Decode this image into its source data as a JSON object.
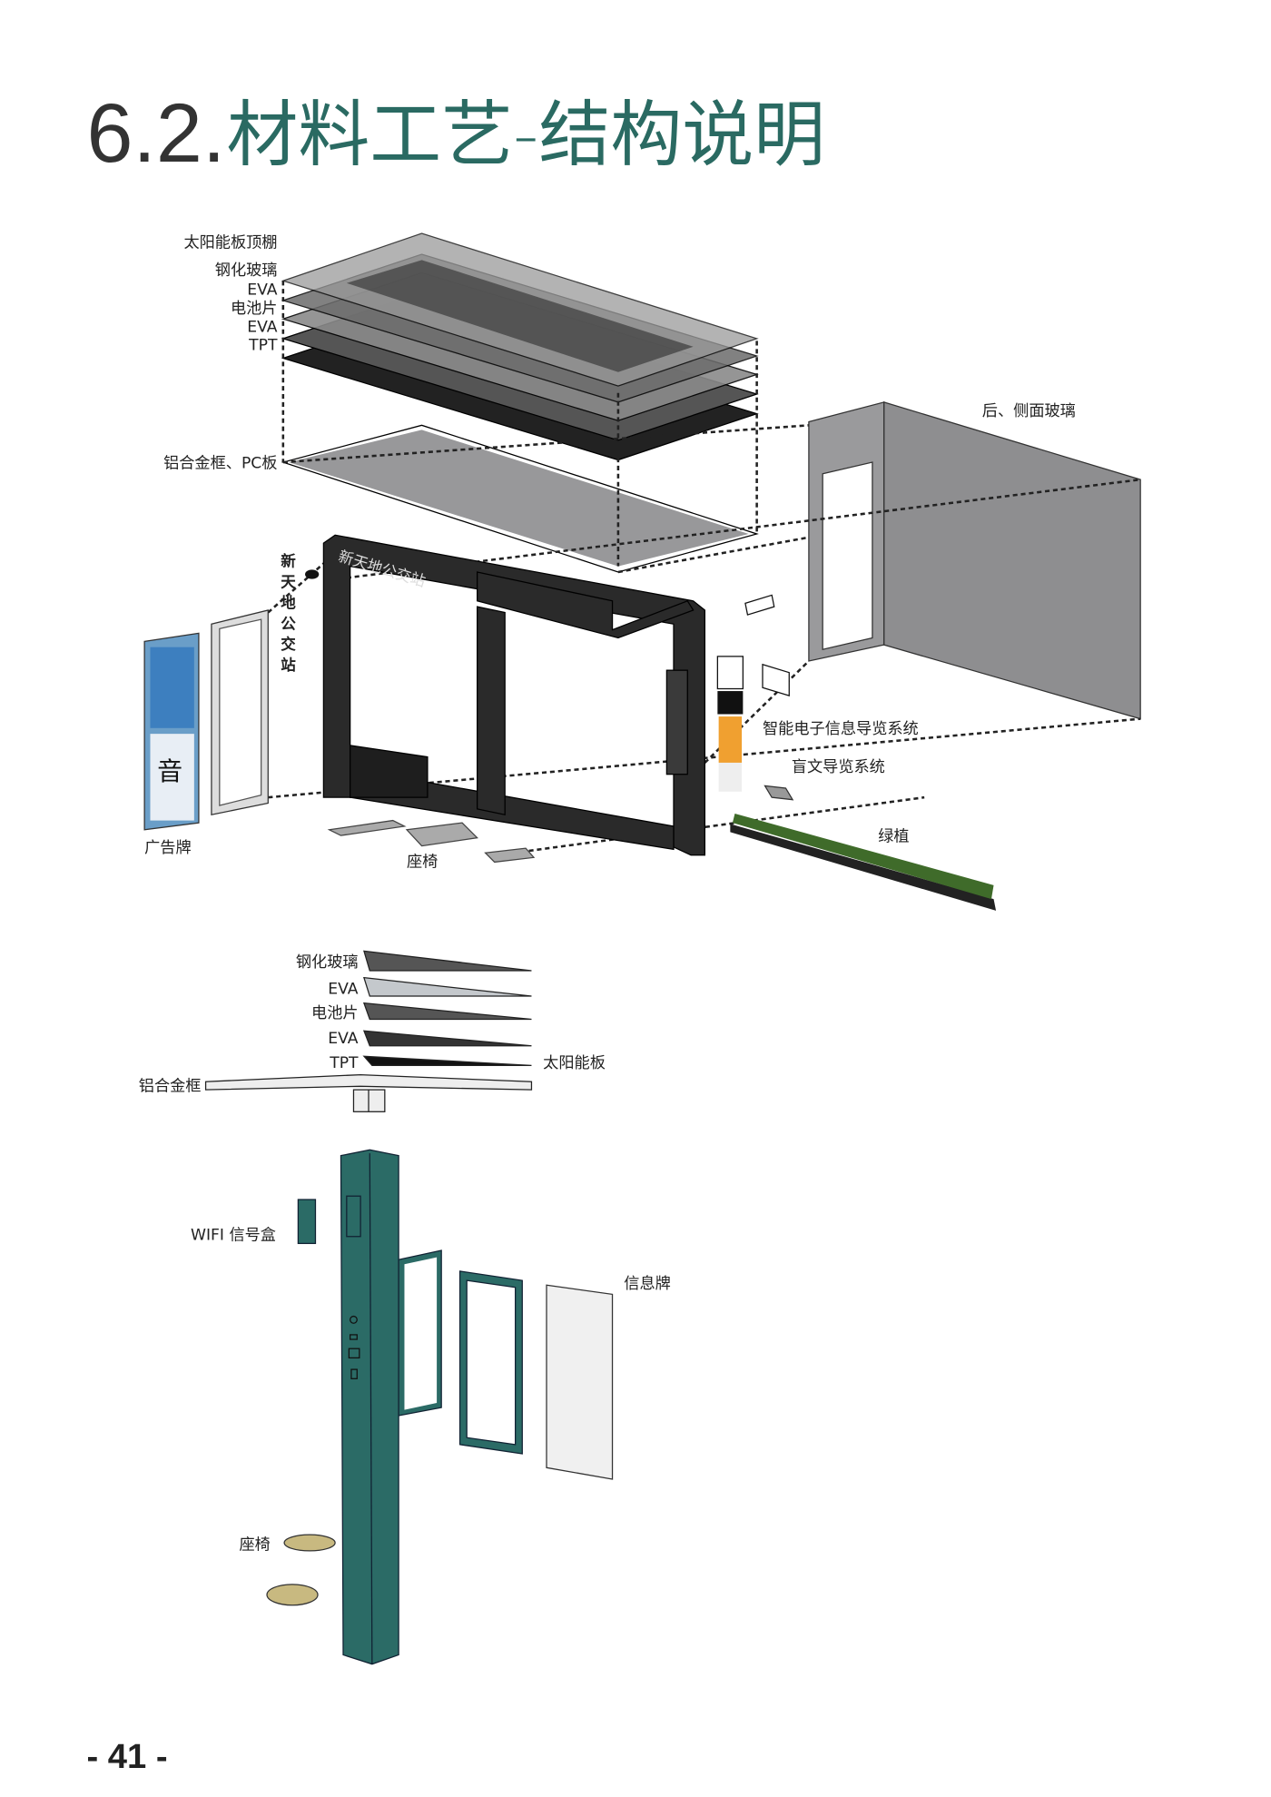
{
  "title": {
    "number": "6.2.",
    "text": "材料工艺-结构说明"
  },
  "roof_labels": [
    "太阳能板顶棚",
    "钢化玻璃",
    "EVA",
    "电池片",
    "EVA",
    "TPT",
    "铝合金框、PC板"
  ],
  "station_sign": "新天地公交站",
  "vertical_sign": [
    "新",
    "天",
    "地",
    "公",
    "交",
    "站"
  ],
  "labels": {
    "side_glass": "后、侧面玻璃",
    "smart_info": "智能电子信息导览系统",
    "braille": "盲文导览系统",
    "greenery": "绿植",
    "billboard": "广告牌",
    "seat": "座椅"
  },
  "section_labels": [
    "钢化玻璃",
    "EVA",
    "电池片",
    "EVA",
    "TPT"
  ],
  "solar_panel": "太阳能板",
  "aluminium_frame": "铝合金框",
  "pole_labels": {
    "wifi": "WIFI  信号盒",
    "info_board": "信息牌",
    "seat": "座椅"
  },
  "page_number": "- 41 -",
  "colors": {
    "accent": "#2a6a62",
    "pole": "#2b6b66",
    "frame": "#2a2a2a"
  }
}
